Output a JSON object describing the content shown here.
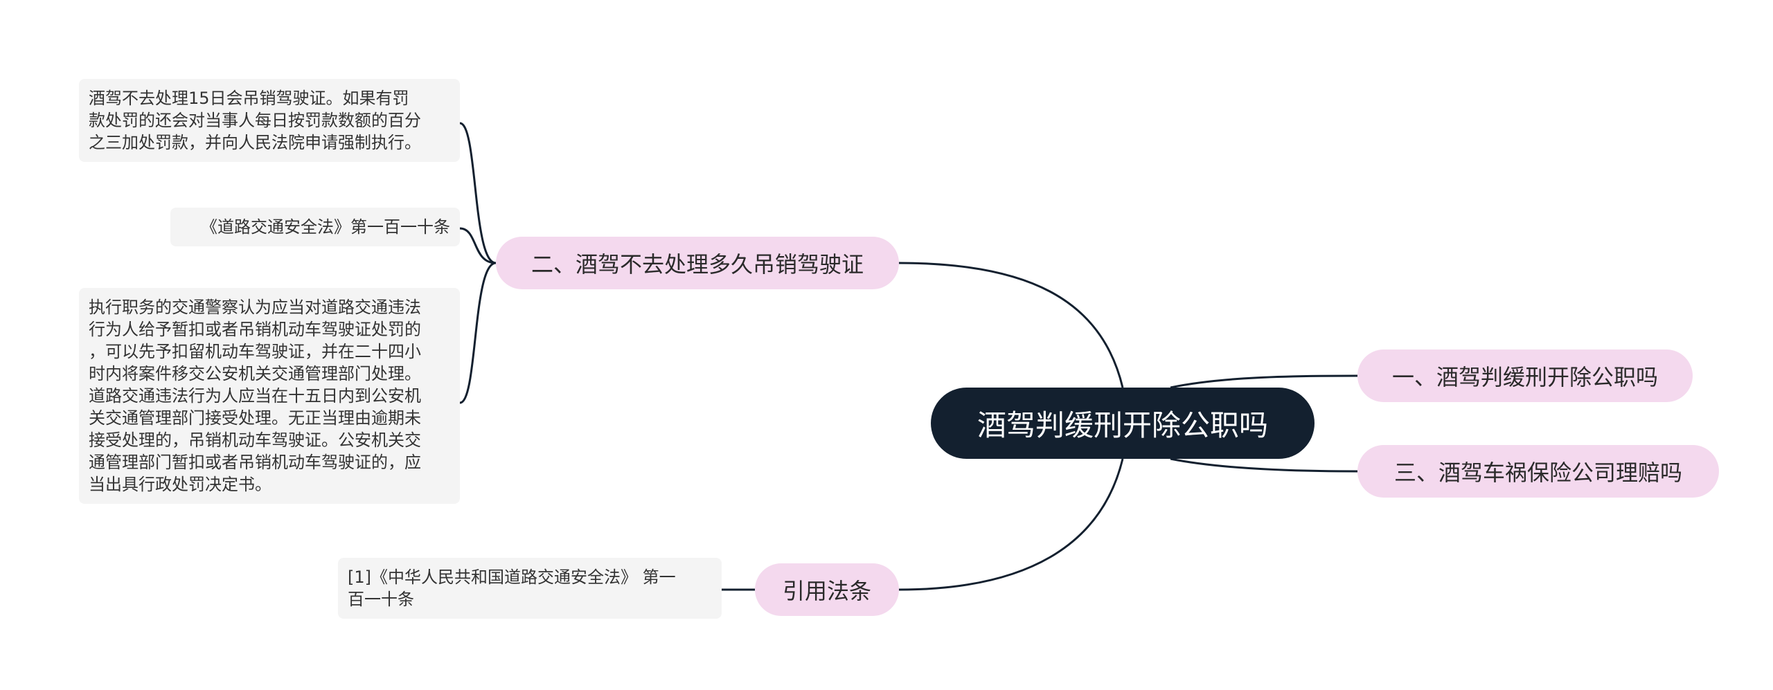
{
  "colors": {
    "root_bg": "#13202f",
    "root_text": "#ffffff",
    "branch_bg": "#f4d9ee",
    "leaf_bg": "#f4f4f4",
    "line": "#13202f"
  },
  "root": {
    "label": "酒驾判缓刑开除公职吗"
  },
  "branches": {
    "b1": {
      "label": "一、酒驾判缓刑开除公职吗"
    },
    "b2": {
      "label": "二、酒驾不去处理多久吊销驾驶证"
    },
    "b3": {
      "label": "三、酒驾车祸保险公司理赔吗"
    },
    "b4": {
      "label": "引用法条"
    }
  },
  "leaves": {
    "l1": {
      "lines": [
        "酒驾不去处理15日会吊销驾驶证。如果有罚",
        "款处罚的还会对当事人每日按罚款数额的百分",
        "之三加处罚款，并向人民法院申请强制执行。"
      ]
    },
    "l2": {
      "lines": [
        "《道路交通安全法》第一百一十条"
      ]
    },
    "l3": {
      "lines": [
        "执行职务的交通警察认为应当对道路交通违法",
        "行为人给予暂扣或者吊销机动车驾驶证处罚的",
        "，可以先予扣留机动车驾驶证，并在二十四小",
        "时内将案件移交公安机关交通管理部门处理。",
        "道路交通违法行为人应当在十五日内到公安机",
        "关交通管理部门接受处理。无正当理由逾期未",
        "接受处理的，吊销机动车驾驶证。公安机关交",
        "通管理部门暂扣或者吊销机动车驾驶证的，应",
        "当出具行政处罚决定书。"
      ]
    },
    "l4": {
      "lines": [
        "[1]《中华人民共和国道路交通安全法》 第一",
        "百一十条"
      ]
    }
  }
}
